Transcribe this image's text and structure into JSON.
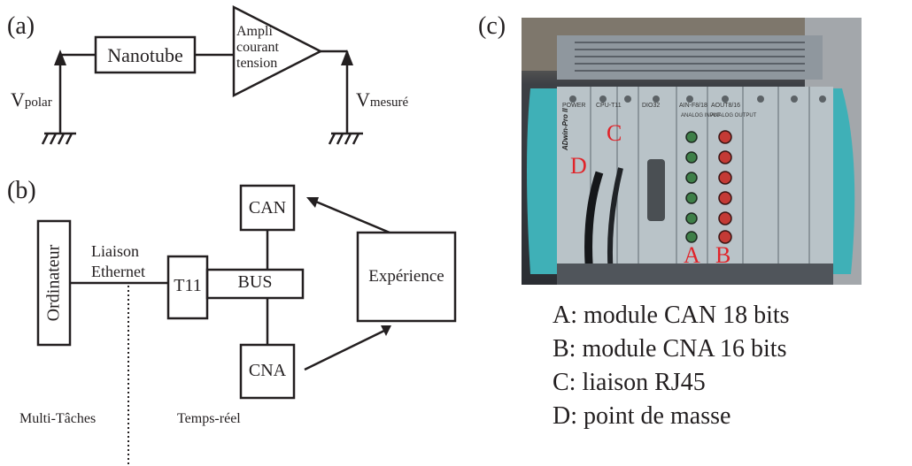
{
  "panel_a": {
    "label": "(a)",
    "nanotube": "Nanotube",
    "ampli_lines": [
      "Ampli",
      "courant",
      "tension"
    ],
    "v_polar": {
      "main": "V",
      "sub": "polar"
    },
    "v_mesure": {
      "main": "V",
      "sub": "mesuré"
    }
  },
  "panel_b": {
    "label": "(b)",
    "ordinateur": "Ordinateur",
    "liaison": "Liaison",
    "ethernet": "Ethernet",
    "t11": "T11",
    "bus": "BUS",
    "can": "CAN",
    "cna": "CNA",
    "experience": "Expérience",
    "multitaches": "Multi-Tâches",
    "tempsreel": "Temps-réel"
  },
  "panel_c": {
    "label": "(c)",
    "photo_marks": {
      "A": "A",
      "B": "B",
      "C": "C",
      "D": "D"
    },
    "module_texts": {
      "power": "POWER",
      "cpu": "CPU-T11",
      "dio": "DIO32",
      "ain": "AIN-F8/18",
      "aout": "AOUT8/16",
      "analog_input": "ANALOG INPUT",
      "analog_output": "ANALOG OUTPUT",
      "brand": "ADwin-Pro II"
    },
    "legend": [
      "A: module CAN 18 bits",
      "B: module CNA 16 bits",
      "C: liaison RJ45",
      "D: point de masse"
    ]
  },
  "colors": {
    "line": "#231f20",
    "photo_red": "#e0242a",
    "frame_teal": "#3fb0b7",
    "panel_metal": "#b9c3c8"
  }
}
